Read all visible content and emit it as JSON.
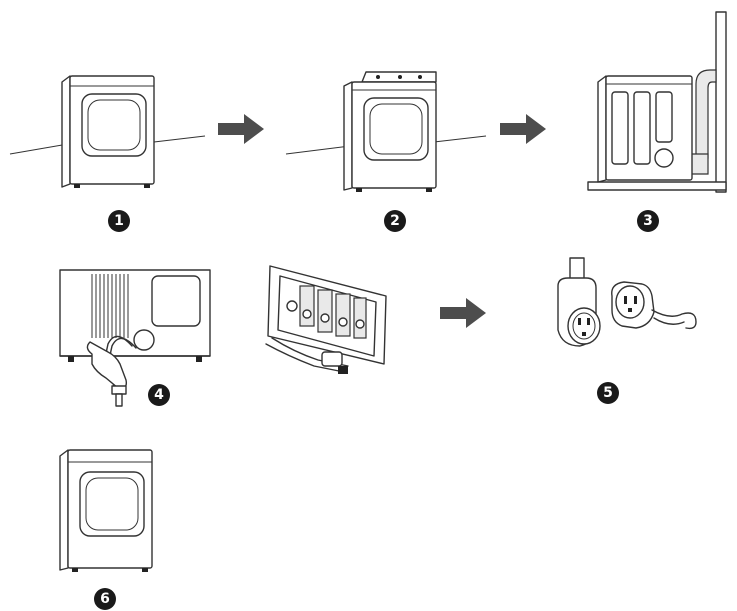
{
  "steps": [
    {
      "number": "1",
      "illustration": "dryer-level-front-view"
    },
    {
      "number": "2",
      "illustration": "dryer-level-with-control-panel"
    },
    {
      "number": "3",
      "illustration": "dryer-exhaust-duct-connection"
    },
    {
      "number": "4",
      "illustration": "water-supply-hose-connection"
    },
    {
      "number": "5",
      "illustration": "power-cord-plug-and-terminal-block"
    },
    {
      "number": "6",
      "illustration": "dryer-installed-final"
    }
  ],
  "colors": {
    "line": "#333333",
    "badge": "#1a1a1a",
    "arrow": "#4d4d4d"
  },
  "icons": [
    "right-arrow-icon"
  ]
}
